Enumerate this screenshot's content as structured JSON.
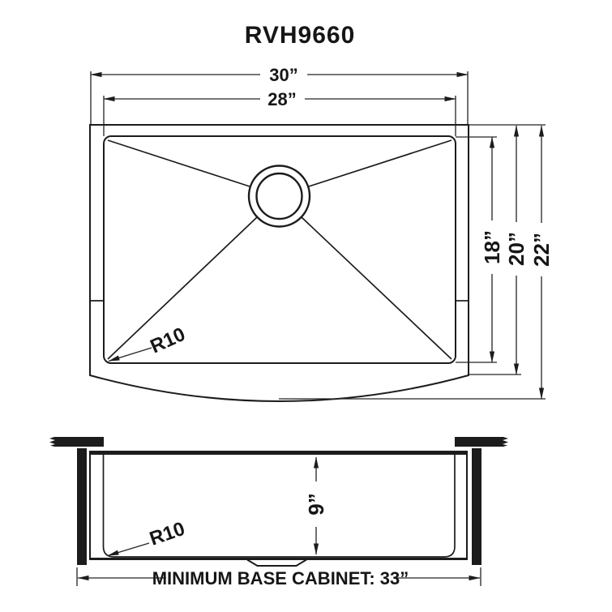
{
  "title": "RVH9660",
  "colors": {
    "line": "#1c1c1c",
    "background": "#ffffff"
  },
  "top_view": {
    "width_overall": "30”",
    "width_bowl": "28”",
    "depth_bowl": "18”",
    "depth_rim": "20”",
    "depth_overall": "22”",
    "corner_radius": "R10"
  },
  "front_view": {
    "bowl_depth": "9”",
    "corner_radius": "R10",
    "base_cabinet": "MINIMUM BASE CABINET: 33”"
  }
}
